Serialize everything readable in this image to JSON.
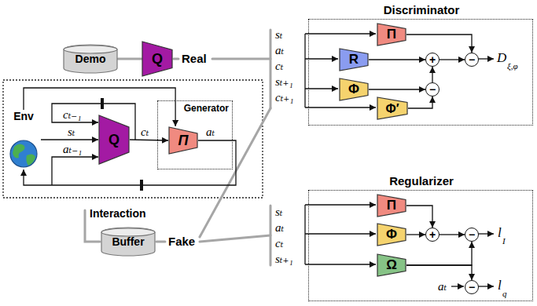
{
  "diagram": {
    "nodes": [
      {
        "text": [
          "Demo"
        ]
      },
      {
        "text": [
          "Q"
        ]
      },
      {
        "text": [
          "Env"
        ]
      },
      {
        "text": [
          "Q"
        ]
      },
      {
        "text": [
          "Generator"
        ]
      },
      {
        "text": [
          "Π"
        ],
        "in": 4
      },
      {
        "text": [
          "Buffer"
        ]
      },
      {
        "text": [
          "Discriminator"
        ]
      },
      {
        "text": [
          "Π"
        ],
        "in": 7
      },
      {
        "text": [
          "R"
        ],
        "in": 7
      },
      {
        "text": [
          "Φ"
        ],
        "in": 7
      },
      {
        "text": [
          "Φ′"
        ],
        "in": 7
      },
      {
        "text": [
          "+"
        ],
        "in": 7
      },
      {
        "text": [
          "−"
        ],
        "in": 7
      },
      {
        "text": [
          "−"
        ],
        "in": 7
      },
      {
        "text": [
          "Regularizer"
        ]
      },
      {
        "text": [
          "Π"
        ],
        "in": 15
      },
      {
        "text": [
          "Φ"
        ],
        "in": 15
      },
      {
        "text": [
          "Ω"
        ],
        "in": 15
      },
      {
        "text": [
          "+"
        ],
        "in": 15
      },
      {
        "text": [
          "−"
        ],
        "in": 15
      },
      {
        "text": [
          "−"
        ],
        "in": 15
      }
    ],
    "edges": [
      {
        "from": 0,
        "to": 1,
        "arrow": "none"
      },
      {
        "from": 2,
        "to": 3,
        "arrow": "to"
      },
      {
        "from": 3,
        "to": 5,
        "arrow": "to"
      },
      {
        "from": 5,
        "to": 2,
        "arrow": "to"
      },
      {
        "from": 2,
        "to": 5,
        "arrow": "to"
      },
      {
        "from": 8,
        "to": 13,
        "arrow": "to"
      },
      {
        "from": 9,
        "to": 12,
        "arrow": "to"
      },
      {
        "from": 12,
        "to": 13,
        "arrow": "to"
      },
      {
        "from": 10,
        "to": 14,
        "arrow": "to"
      },
      {
        "from": 11,
        "to": 14,
        "arrow": "to"
      },
      {
        "from": 14,
        "to": 12,
        "arrow": "to"
      },
      {
        "from": 16,
        "to": 19,
        "arrow": "to"
      },
      {
        "from": 17,
        "to": 19,
        "arrow": "to"
      },
      {
        "from": 19,
        "to": 20,
        "arrow": "to"
      },
      {
        "from": 18,
        "to": 20,
        "arrow": "to"
      },
      {
        "from": 18,
        "to": 21,
        "arrow": "to"
      }
    ],
    "labels": [
      "Real",
      "cₜ₋₁",
      "sₜ",
      "aₜ₋₁",
      "cₜ",
      "aₜ",
      "Interaction",
      "Fake",
      "sₜ",
      "aₜ",
      "cₜ",
      "sₜ₊₁",
      "cₜ₊₁",
      "sₜ",
      "aₜ",
      "cₜ",
      "sₜ₊₁",
      "D",
      "ξ,φ",
      "l",
      "I",
      "aₜ",
      "l",
      "q"
    ]
  }
}
